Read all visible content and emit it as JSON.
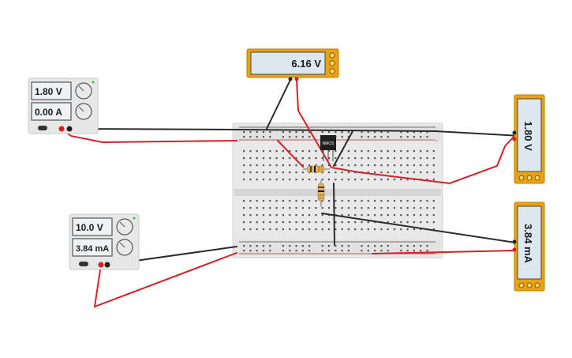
{
  "power_supply_1": {
    "voltage": "1.80 V",
    "current": "0.00 A"
  },
  "power_supply_2": {
    "voltage": "10.0 V",
    "current": "3.84 mA"
  },
  "meter_top": {
    "reading": "6.16 V"
  },
  "meter_right_upper": {
    "reading": "1.80 V"
  },
  "meter_right_lower": {
    "reading": "3.84 mA"
  },
  "transistor": {
    "label": "NMOS"
  },
  "colors": {
    "meter_frame": "#e8a213",
    "lcd": "#dde7ef",
    "supply_body": "#e7e7e7",
    "wire_red": "#d42127",
    "wire_black": "#2b2b2b",
    "breadboard": "#e9e9e9"
  }
}
